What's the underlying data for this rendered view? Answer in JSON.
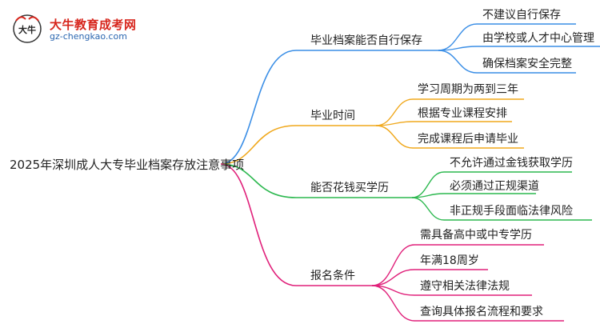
{
  "logo": {
    "name": "大牛教育成考网",
    "url": "gz-chengkao.com",
    "mark": "大牛"
  },
  "root": "2025年深圳成人大专毕业档案存放注意事项",
  "branches": [
    {
      "title": "毕业档案能否自行保存",
      "color": "#3a8ee6",
      "items": [
        "不建议自行保存",
        "由学校或人才中心管理",
        "确保档案安全完整"
      ]
    },
    {
      "title": "毕业时间",
      "color": "#f0a81c",
      "items": [
        "学习周期为两到三年",
        "根据专业课程安排",
        "完成课程后申请毕业"
      ]
    },
    {
      "title": "能否花钱买学历",
      "color": "#2cb84f",
      "items": [
        "不允许通过金钱获取学历",
        "必须通过正规渠道",
        "非正规手段面临法律风险"
      ]
    },
    {
      "title": "报名条件",
      "color": "#e0207a",
      "items": [
        "需具备高中或中专学历",
        "年满18周岁",
        "遵守相关法律法规",
        "查询具体报名流程和要求"
      ]
    }
  ]
}
